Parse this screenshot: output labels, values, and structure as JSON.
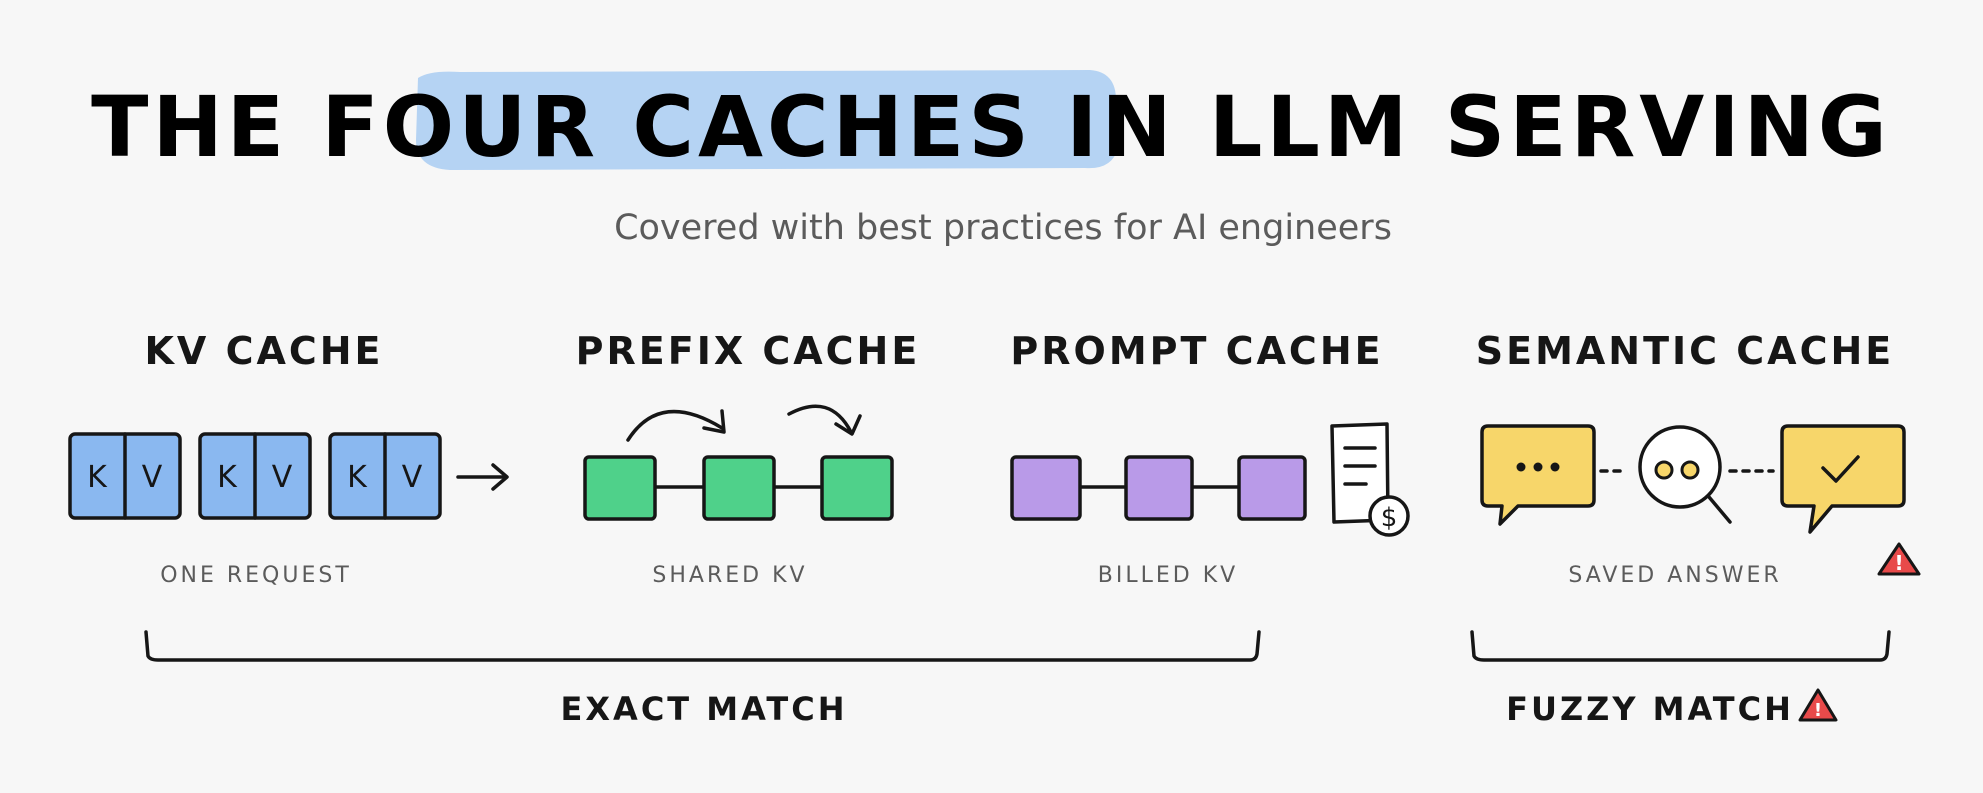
{
  "header": {
    "title_before": "THE",
    "title_highlight": "FOUR CACHES",
    "title_after": "IN LLM SERVING",
    "subtitle": "Covered with best practices for AI engineers"
  },
  "colors": {
    "highlight": "#a9cdf2",
    "kv_blue": "#8ab8f0",
    "prefix_green": "#4fd18a",
    "prompt_purple": "#b99ae8",
    "semantic_yellow": "#f7d66a",
    "warning_red": "#e84a4a"
  },
  "sections": [
    {
      "title": "KV CACHE",
      "caption": "ONE REQUEST",
      "key_letter": "K",
      "value_letter": "V"
    },
    {
      "title": "PREFIX CACHE",
      "caption": "SHARED KV"
    },
    {
      "title": "PROMPT CACHE",
      "caption": "BILLED KV"
    },
    {
      "title": "SEMANTIC CACHE",
      "caption": "SAVED ANSWER"
    }
  ],
  "groups": [
    {
      "label": "EXACT MATCH"
    },
    {
      "label": "FUZZY MATCH"
    }
  ],
  "icons": {
    "arrow": "arrow-right-icon",
    "receipt": "receipt-icon",
    "dollar": "$",
    "search": "magnifier-icon",
    "warning": "!"
  }
}
